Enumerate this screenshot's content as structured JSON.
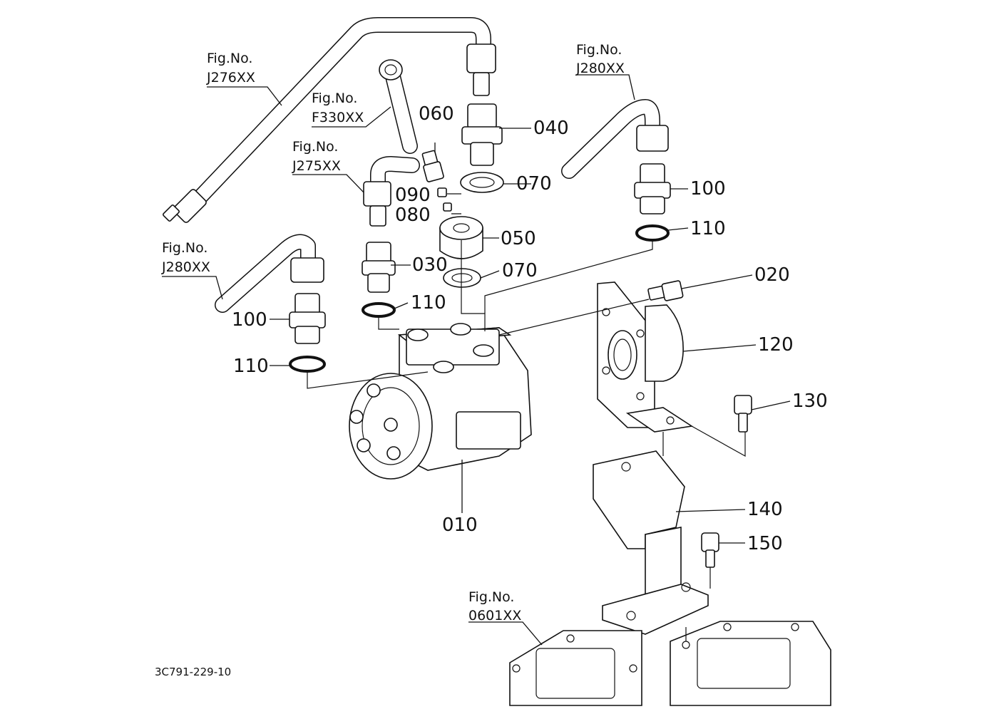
{
  "figure_refs": [
    {
      "key": "j276",
      "prefix": "Fig.No.",
      "code": "J276XX"
    },
    {
      "key": "f330",
      "prefix": "Fig.No.",
      "code": "F330XX"
    },
    {
      "key": "j275",
      "prefix": "Fig.No.",
      "code": "J275XX"
    },
    {
      "key": "j280_left",
      "prefix": "Fig.No.",
      "code": "J280XX"
    },
    {
      "key": "j280_right",
      "prefix": "Fig.No.",
      "code": "J280XX"
    },
    {
      "key": "f0601",
      "prefix": "Fig.No.",
      "code": "0601XX"
    }
  ],
  "parts": {
    "p010": "010",
    "p020": "020",
    "p030": "030",
    "p040": "040",
    "p050": "050",
    "p060": "060",
    "p070a": "070",
    "p070b": "070",
    "p080": "080",
    "p090": "090",
    "p100_left": "100",
    "p100_right": "100",
    "p110_left": "110",
    "p110_mid": "110",
    "p110_right": "110",
    "p120": "120",
    "p130": "130",
    "p140": "140",
    "p150": "150"
  },
  "drawing_code": "3C791-229-10"
}
